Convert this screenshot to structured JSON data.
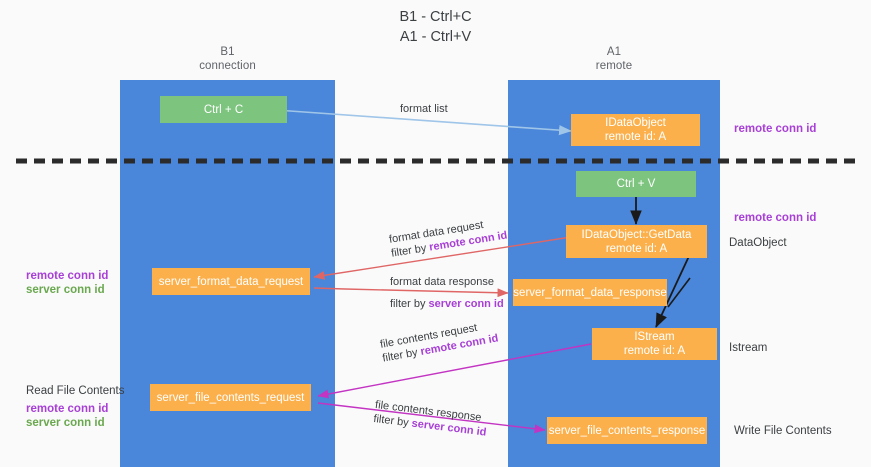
{
  "title": {
    "line1": "B1 - Ctrl+C",
    "line2": "A1 - Ctrl+V"
  },
  "lanes": [
    {
      "id": "b1",
      "title": "B1",
      "subtitle": "connection"
    },
    {
      "id": "a1",
      "title": "A1",
      "subtitle": "remote"
    }
  ],
  "nodes": {
    "ctrl_c": {
      "label": "Ctrl + C"
    },
    "ctrl_v": {
      "label": "Ctrl + V"
    },
    "idataobject_top": {
      "line1": "IDataObject",
      "line2": "remote id: A"
    },
    "idataobject_getdata": {
      "line1": "IDataObject::GetData",
      "line2": "remote id: A"
    },
    "istream": {
      "line1": "IStream",
      "line2": "remote id: A"
    },
    "server_format_data_request": {
      "label": "server_format_data_request"
    },
    "server_format_data_response": {
      "label": "server_format_data_response"
    },
    "server_file_contents_request": {
      "label": "server_file_contents_request"
    },
    "server_file_contents_response": {
      "label": "server_file_contents_response"
    }
  },
  "edges": {
    "format_list": {
      "label": "format list"
    },
    "format_data_request": {
      "label": "format data request",
      "filter_prefix": "filter by ",
      "filter_key": "remote conn id"
    },
    "format_data_response": {
      "label": "format data response",
      "filter_prefix": "filter by ",
      "filter_key": "server conn id"
    },
    "file_contents_request": {
      "label": "file contents request",
      "filter_prefix": "filter by ",
      "filter_key": "remote conn id"
    },
    "file_contents_response": {
      "label": "file contents response",
      "filter_prefix": "filter by ",
      "filter_key": "server conn id"
    }
  },
  "annotations": {
    "right_remote_conn_id_top": "remote conn id",
    "right_remote_conn_id_mid": "remote conn id",
    "right_dataobject": "DataObject",
    "right_istream": "Istream",
    "right_write_file_contents": "Write File Contents",
    "left_remote_conn_id_mid": "remote conn id",
    "left_server_conn_id_mid": "server conn id",
    "left_read_file_contents": "Read File Contents",
    "left_remote_conn_id_bottom": "remote conn id",
    "left_server_conn_id_bottom": "server conn id"
  },
  "colors": {
    "lane": "#4a86d9",
    "green_node": "#7dc47f",
    "orange_node": "#fbb04c",
    "remote_conn_id": "#a83fd6",
    "server_conn_id": "#6aa84f",
    "arrow_format_list": "#9fc5e8",
    "arrow_format_data": "#e06666",
    "arrow_file_contents": "#c334c3",
    "arrow_black": "#1a1a1a",
    "background": "#fafafa"
  }
}
